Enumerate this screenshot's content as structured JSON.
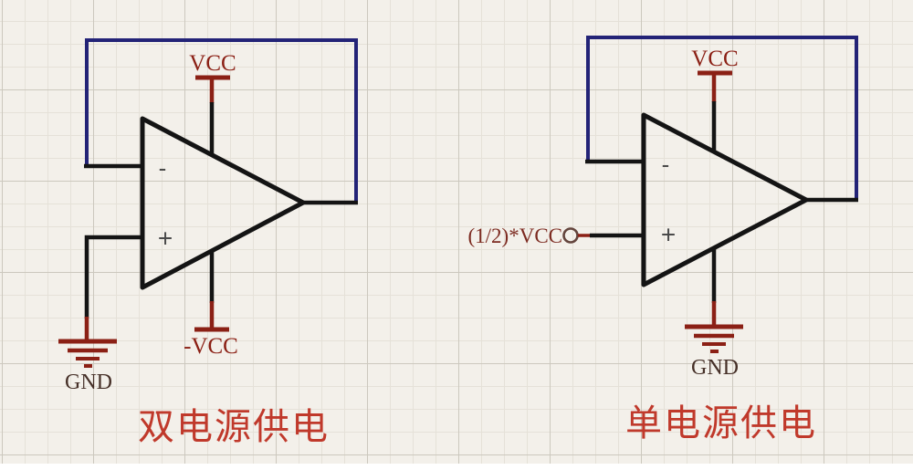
{
  "colors": {
    "background": "#f3f0ea",
    "grid_minor": "#e5e1d8",
    "grid_major": "#ccc8be",
    "wire": "#141414",
    "feedback_loop": "#232377",
    "power_symbol": "#8b2015",
    "terminal_ring": "#63443c",
    "gnd_text": "#463028",
    "bias_text": "#7c2a20",
    "title_red": "#c0392b",
    "polarity_gray": "#4a4a4a"
  },
  "left_circuit": {
    "title": "双电源供电",
    "positive_rail_label": "VCC",
    "negative_rail_label": "-VCC",
    "ground_label": "GND",
    "inverting_input_label": "-",
    "noninverting_input_label": "+"
  },
  "right_circuit": {
    "title": "单电源供电",
    "positive_rail_label": "VCC",
    "ground_label": "GND",
    "bias_input_label": "(1/2)*VCC",
    "inverting_input_label": "-",
    "noninverting_input_label": "+"
  }
}
